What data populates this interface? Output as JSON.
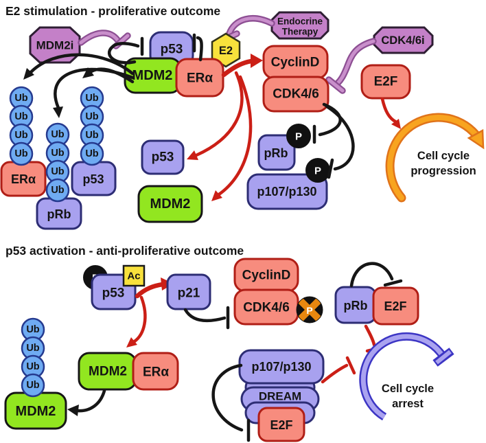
{
  "titles": {
    "top": "E2 stimulation - proliferative outcome",
    "bottom": "p53 activation - anti-proliferative outcome"
  },
  "labels": {
    "mdm2i": "MDM2i",
    "endocrine1": "Endocrine",
    "endocrine2": "Therapy",
    "cdk46i": "CDK4/6i",
    "p53": "p53",
    "mdm2": "MDM2",
    "er_alpha": "ERα",
    "e2": "E2",
    "cyclin_d": "CyclinD",
    "cdk46": "CDK4/6",
    "e2f": "E2F",
    "prb": "pRb",
    "p107": "p107/p130",
    "p21": "p21",
    "dream": "DREAM",
    "ub": "Ub",
    "p": "P",
    "ac": "Ac"
  },
  "cycles": {
    "progression": [
      "Cell cycle",
      "progression"
    ],
    "arrest": [
      "Cell cycle",
      "arrest"
    ]
  },
  "colors": {
    "purple_node": "#a8a1ef",
    "purple_node_border": "#2d2d74",
    "salmon_node": "#f78c7e",
    "salmon_node_border": "#b01e16",
    "green_node": "#92e620",
    "ubiquitin_blue": "#6fabf2",
    "yellow_node": "#f8e13c",
    "inhibitor_octagon": "#c480c8",
    "inhibitor_arc": "#c98fcb",
    "red_arrow": "#cb1f16",
    "black_arrow": "#161616",
    "orange_cycle": "#f8a41f",
    "arrest_cycle": "#aaa3f0",
    "phospho_circle": "#111111"
  }
}
